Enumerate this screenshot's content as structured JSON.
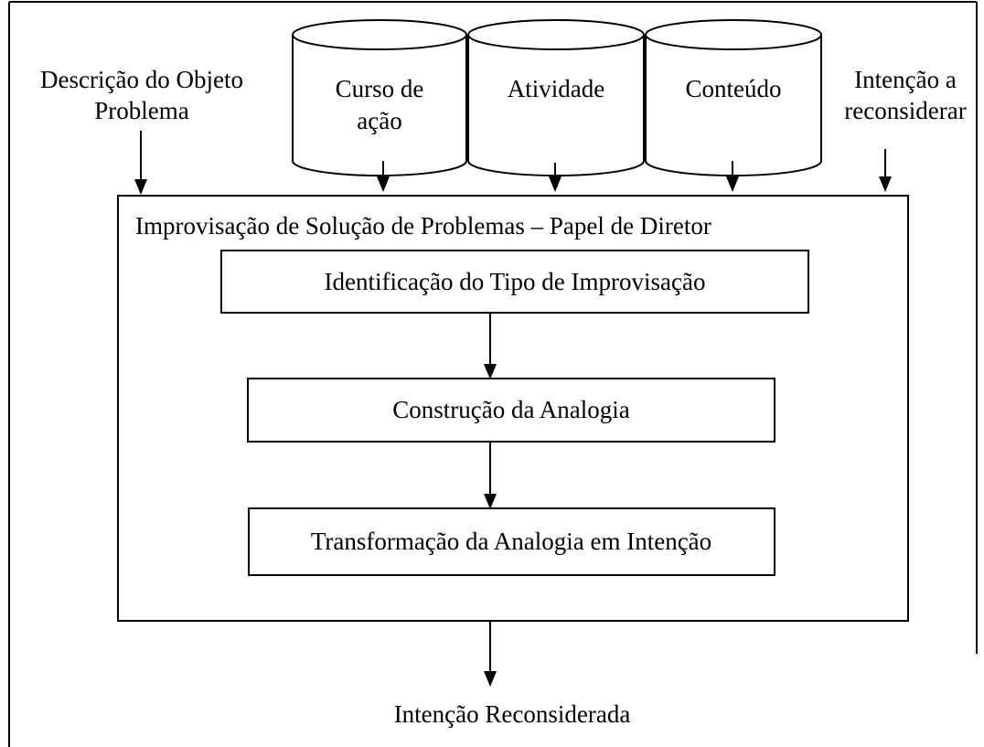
{
  "inputs": {
    "description": [
      "Descrição do Objeto",
      "Problema"
    ],
    "reconsider": [
      "Intenção a",
      "reconsiderar"
    ]
  },
  "databases": [
    {
      "id": "curso-de-acao",
      "lines": [
        "Curso de",
        "ação"
      ]
    },
    {
      "id": "atividade",
      "lines": [
        "Atividade"
      ]
    },
    {
      "id": "conteudo",
      "lines": [
        "Conteúdo"
      ]
    }
  ],
  "process": {
    "title": "Improvisação de Solução de Problemas – Papel de Diretor",
    "steps": [
      "Identificação do Tipo de Improvisação",
      "Construção da Analogia",
      "Transformação da Analogia em Intenção"
    ]
  },
  "output": "Intenção Reconsiderada"
}
